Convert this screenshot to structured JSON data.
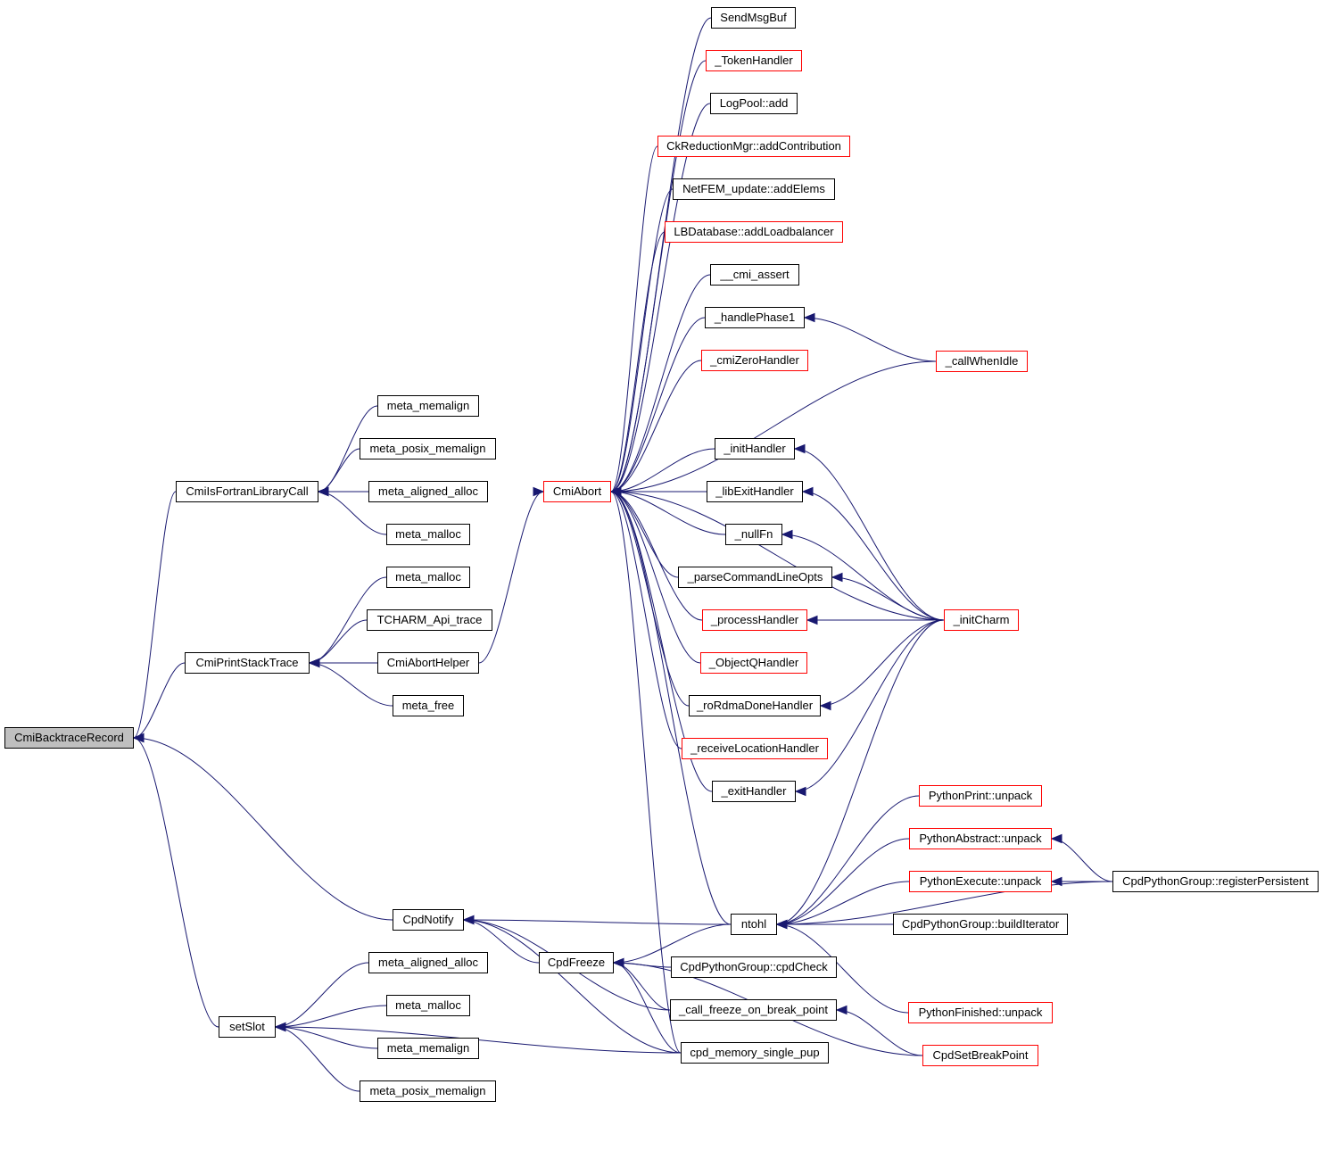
{
  "colors": {
    "edge": "#191970",
    "node_border": "#000000",
    "node_border_incomplete": "#ff0000",
    "root_fill": "#bfbfbf"
  },
  "nodes": {
    "root": "CmiBacktraceRecord",
    "fortran": "CmiIsFortranLibraryCall",
    "stacktrace": "CmiPrintStackTrace",
    "cpdnotify": "CpdNotify",
    "setslot": "setSlot",
    "f_memalign": "meta_memalign",
    "f_posix": "meta_posix_memalign",
    "f_aligned": "meta_aligned_alloc",
    "f_malloc": "meta_malloc",
    "s_malloc": "meta_malloc",
    "s_tcharm": "TCHARM_Api_trace",
    "s_aborthelper": "CmiAbortHelper",
    "s_free": "meta_free",
    "set_aligned": "meta_aligned_alloc",
    "set_malloc": "meta_malloc",
    "set_memalign": "meta_memalign",
    "set_posix": "meta_posix_memalign",
    "cmiabort": "CmiAbort",
    "sendmsgbuf": "SendMsgBuf",
    "tokenhandler": "_TokenHandler",
    "logpool": "LogPool::add",
    "ckreduction": "CkReductionMgr::addContribution",
    "netfem": "NetFEM_update::addElems",
    "lbdatabase": "LBDatabase::addLoadbalancer",
    "cmiassert": "__cmi_assert",
    "handlephase1": "_handlePhase1",
    "cmizero": "_cmiZeroHandler",
    "inithandler": "_initHandler",
    "libexit": "_libExitHandler",
    "nullfn": "_nullFn",
    "parsecmd": "_parseCommandLineOpts",
    "processhandler": "_processHandler",
    "objectq": "_ObjectQHandler",
    "rordma": "_roRdmaDoneHandler",
    "receiveloc": "_receiveLocationHandler",
    "exithandler": "_exitHandler",
    "callwhenidle": "_callWhenIdle",
    "initcharm": "_initCharm",
    "ntohl": "ntohl",
    "cpdfreeze": "CpdFreeze",
    "cpdcheck": "CpdPythonGroup::cpdCheck",
    "callfreeze": "_call_freeze_on_break_point",
    "cpdmem": "cpd_memory_single_pup",
    "pyprint": "PythonPrint::unpack",
    "pyabstract": "PythonAbstract::unpack",
    "pyexecute": "PythonExecute::unpack",
    "builditer": "CpdPythonGroup::buildIterator",
    "pyfinished": "PythonFinished::unpack",
    "setbreak": "CpdSetBreakPoint",
    "registerpers": "CpdPythonGroup::registerPersistent"
  },
  "incomplete_nodes": [
    "cmiabort",
    "tokenhandler",
    "ckreduction",
    "lbdatabase",
    "cmizero",
    "processhandler",
    "objectq",
    "receiveloc",
    "callwhenidle",
    "initcharm",
    "pyprint",
    "pyabstract",
    "pyexecute",
    "pyfinished",
    "setbreak"
  ],
  "edges": [
    [
      "fortran",
      "root"
    ],
    [
      "stacktrace",
      "root"
    ],
    [
      "cpdnotify",
      "root"
    ],
    [
      "setslot",
      "root"
    ],
    [
      "f_memalign",
      "fortran"
    ],
    [
      "f_posix",
      "fortran"
    ],
    [
      "f_aligned",
      "fortran"
    ],
    [
      "f_malloc",
      "fortran"
    ],
    [
      "s_malloc",
      "stacktrace"
    ],
    [
      "s_tcharm",
      "stacktrace"
    ],
    [
      "s_aborthelper",
      "stacktrace"
    ],
    [
      "s_free",
      "stacktrace"
    ],
    [
      "set_aligned",
      "setslot"
    ],
    [
      "set_malloc",
      "setslot"
    ],
    [
      "set_memalign",
      "setslot"
    ],
    [
      "set_posix",
      "setslot"
    ],
    [
      "cpdmem",
      "setslot"
    ],
    [
      "s_aborthelper",
      "cmiabort"
    ],
    [
      "sendmsgbuf",
      "cmiabort"
    ],
    [
      "tokenhandler",
      "cmiabort"
    ],
    [
      "logpool",
      "cmiabort"
    ],
    [
      "ckreduction",
      "cmiabort"
    ],
    [
      "netfem",
      "cmiabort"
    ],
    [
      "lbdatabase",
      "cmiabort"
    ],
    [
      "cmiassert",
      "cmiabort"
    ],
    [
      "handlephase1",
      "cmiabort"
    ],
    [
      "cmizero",
      "cmiabort"
    ],
    [
      "callwhenidle",
      "cmiabort"
    ],
    [
      "inithandler",
      "cmiabort"
    ],
    [
      "libexit",
      "cmiabort"
    ],
    [
      "nullfn",
      "cmiabort"
    ],
    [
      "parsecmd",
      "cmiabort"
    ],
    [
      "processhandler",
      "cmiabort"
    ],
    [
      "objectq",
      "cmiabort"
    ],
    [
      "rordma",
      "cmiabort"
    ],
    [
      "receiveloc",
      "cmiabort"
    ],
    [
      "exithandler",
      "cmiabort"
    ],
    [
      "initcharm",
      "cmiabort"
    ],
    [
      "ntohl",
      "cmiabort"
    ],
    [
      "cpdmem",
      "cmiabort"
    ],
    [
      "callwhenidle",
      "handlephase1"
    ],
    [
      "initcharm",
      "inithandler"
    ],
    [
      "initcharm",
      "libexit"
    ],
    [
      "initcharm",
      "nullfn"
    ],
    [
      "initcharm",
      "parsecmd"
    ],
    [
      "initcharm",
      "processhandler"
    ],
    [
      "initcharm",
      "rordma"
    ],
    [
      "initcharm",
      "exithandler"
    ],
    [
      "initcharm",
      "ntohl"
    ],
    [
      "ntohl",
      "cpdnotify"
    ],
    [
      "cpdfreeze",
      "cpdnotify"
    ],
    [
      "callfreeze",
      "cpdnotify"
    ],
    [
      "cpdmem",
      "cpdnotify"
    ],
    [
      "ntohl",
      "cpdfreeze"
    ],
    [
      "cpdcheck",
      "cpdfreeze"
    ],
    [
      "callfreeze",
      "cpdfreeze"
    ],
    [
      "cpdmem",
      "cpdfreeze"
    ],
    [
      "pyprint",
      "ntohl"
    ],
    [
      "pyabstract",
      "ntohl"
    ],
    [
      "pyexecute",
      "ntohl"
    ],
    [
      "builditer",
      "ntohl"
    ],
    [
      "pyfinished",
      "ntohl"
    ],
    [
      "registerpers",
      "ntohl"
    ],
    [
      "registerpers",
      "pyabstract"
    ],
    [
      "registerpers",
      "pyexecute"
    ],
    [
      "setbreak",
      "callfreeze"
    ],
    [
      "setbreak",
      "cpdfreeze"
    ]
  ]
}
